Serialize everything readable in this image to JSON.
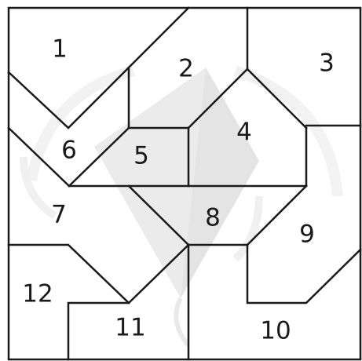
{
  "colors": {
    "line": "#1a1a1a",
    "background": "#ffffff",
    "watermark_fill": "#d6d6d6",
    "watermark_arc": "#e9e9e9"
  },
  "pieces": [
    {
      "id": "p1",
      "label": "1"
    },
    {
      "id": "p2",
      "label": "2"
    },
    {
      "id": "p3",
      "label": "3"
    },
    {
      "id": "p4",
      "label": "4"
    },
    {
      "id": "p5",
      "label": "5"
    },
    {
      "id": "p6",
      "label": "6"
    },
    {
      "id": "p7",
      "label": "7"
    },
    {
      "id": "p8",
      "label": "8"
    },
    {
      "id": "p9",
      "label": "9"
    },
    {
      "id": "p10",
      "label": "10"
    },
    {
      "id": "p11",
      "label": "11"
    },
    {
      "id": "p12",
      "label": "12"
    }
  ]
}
